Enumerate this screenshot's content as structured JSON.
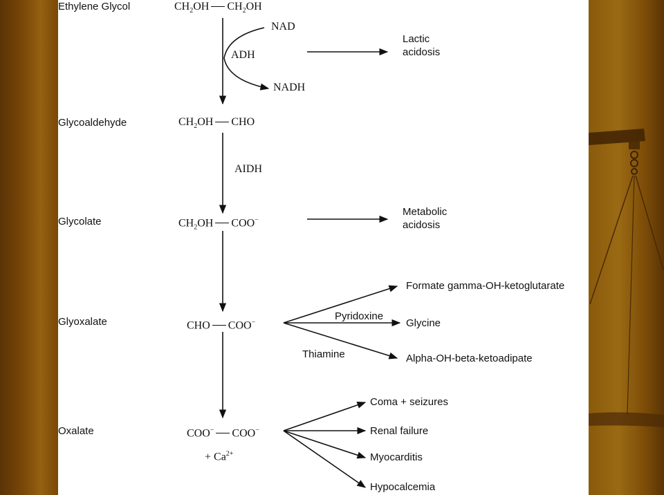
{
  "colors": {
    "border": "#7a4808",
    "ink": "#111111"
  },
  "compounds": [
    {
      "name": "Ethylene Glycol"
    },
    {
      "name": "Glycoaldehyde"
    },
    {
      "name": "Glycolate"
    },
    {
      "name": "Glyoxalate"
    },
    {
      "name": "Oxalate"
    }
  ],
  "formulas": {
    "ethylene_glycol": {
      "a": "CH",
      "a_sub": "2",
      "a_tail": "OH",
      "b": "CH",
      "b_sub": "2",
      "b_tail": "OH"
    },
    "glycoaldehyde": {
      "a": "CH",
      "a_sub": "2",
      "a_tail": "OH",
      "b": "CHO"
    },
    "glycolate": {
      "a": "CH",
      "a_sub": "2",
      "a_tail": "OH",
      "b": "COO",
      "b_sup": "−"
    },
    "glyoxalate": {
      "a": "CHO",
      "b": "COO",
      "b_sup": "−"
    },
    "oxalate": {
      "a": "COO",
      "a_sup": "−",
      "b": "COO",
      "b_sup": "−",
      "extra": "+ Ca",
      "extra_sup": "2+"
    }
  },
  "enzymes": {
    "adh": "ADH",
    "aldh": "AIDH",
    "nad": "NAD",
    "nadh": "NADH"
  },
  "cofactors": {
    "pyridoxine": "Pyridoxine",
    "thiamine": "Thiamine"
  },
  "effects": {
    "lactic_line1": "Lactic",
    "lactic_line2": "acidosis",
    "metabolic_line1": "Metabolic",
    "metabolic_line2": "acidosis"
  },
  "glyoxalate_products": [
    "Formate gamma-OH-ketoglutarate",
    "Glycine",
    "Alpha-OH-beta-ketoadipate"
  ],
  "oxalate_outcomes": [
    "Coma + seizures",
    "Renal failure",
    "Myocarditis",
    "Hypocalcemia"
  ]
}
